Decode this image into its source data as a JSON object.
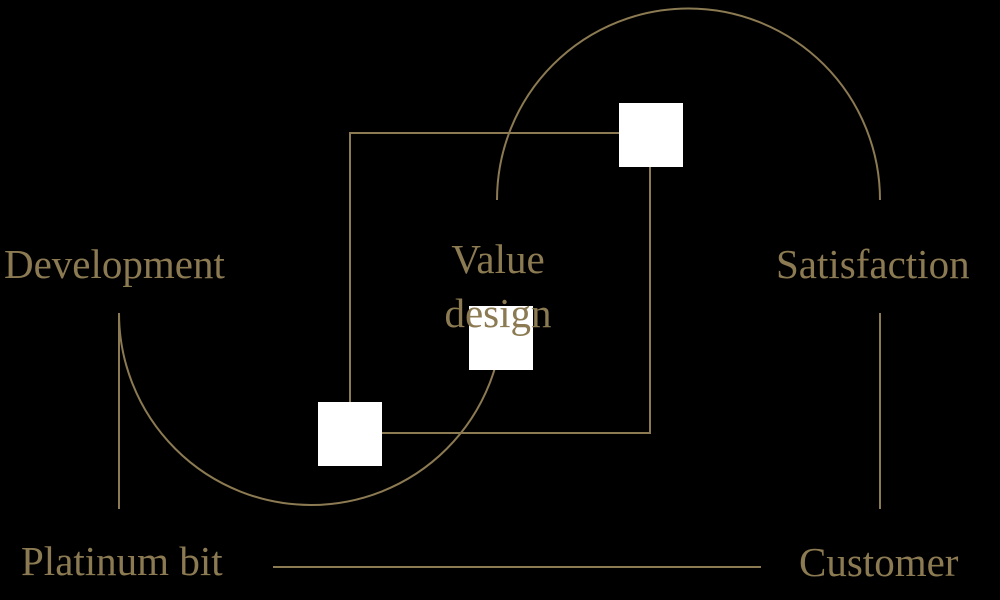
{
  "colors": {
    "accent": "#8b7a52",
    "node_fill": "#ffffff",
    "background": "#000000"
  },
  "labels": {
    "development": "Development",
    "value_design": {
      "line1": "Value",
      "line2": "design"
    },
    "satisfaction": "Satisfaction",
    "platinum_bit": "Platinum bit",
    "customer": "Customer"
  }
}
